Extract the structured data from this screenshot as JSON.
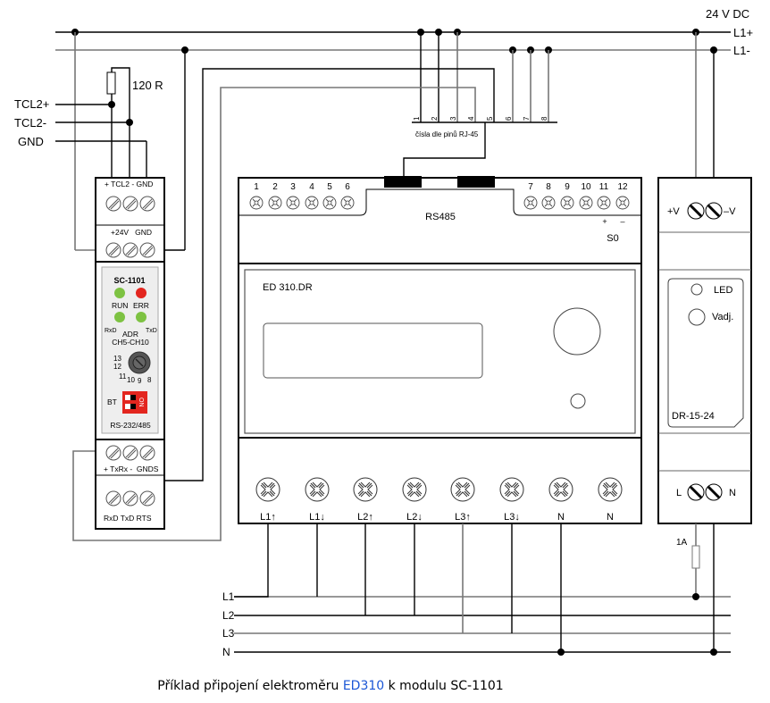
{
  "supply": {
    "label": "24 V DC",
    "rail_plus": "L1+",
    "rail_minus": "L1-"
  },
  "bus": {
    "tcl_plus": "TCL2+",
    "tcl_minus": "TCL2-",
    "gnd": "GND",
    "resistor": "120 R"
  },
  "rj45": {
    "pins": [
      "1",
      "2",
      "3",
      "4",
      "5",
      "6",
      "7",
      "8"
    ],
    "note": "čísla dle pinů RJ-45"
  },
  "sc1101": {
    "top_terminal_label": "+ TCL2 - GND",
    "power_terminal_label": "+24V   GND",
    "model": "SC-1101",
    "led_run": "RUN",
    "led_err": "ERR",
    "led_rxd": "RxD",
    "led_txd": "TxD",
    "adr_label": "ADR",
    "channel_range": "CH5-CH10",
    "dial_ticks": [
      "13",
      "12",
      "11",
      "10",
      "9",
      "8"
    ],
    "bt_label": "BT",
    "switch_label": "ON",
    "interface": "RS-232/485",
    "txrx_terminal_label": "+ TxRx -  GNDS",
    "serial_terminal_label": "RxD TxD RTS",
    "colors": {
      "led_green": "#7dc242",
      "led_red": "#e3261f",
      "dip_red": "#e3261f",
      "panel": "#eeeeee"
    }
  },
  "meter": {
    "model": "ED 310.DR",
    "top_terms_left": [
      "1",
      "2",
      "3",
      "4",
      "5",
      "6"
    ],
    "top_terms_right": [
      "7",
      "8",
      "9",
      "10",
      "11",
      "12"
    ],
    "rs485_label": "RS485",
    "s0_plus": "+",
    "s0_minus": "–",
    "s0_label": "S0",
    "bottom_terms": [
      "L1↑",
      "L1↓",
      "L2↑",
      "L2↓",
      "L3↑",
      "L3↓",
      "N",
      "N"
    ]
  },
  "psu": {
    "plus_v": "+V",
    "minus_v": "–V",
    "led": "LED",
    "vadj": "Vadj.",
    "model": "DR-15-24",
    "l": "L",
    "n": "N",
    "fuse": "1A"
  },
  "mains": {
    "lines": [
      "L1",
      "L2",
      "L3",
      "N"
    ]
  },
  "caption": {
    "before": "Příklad připojení elektroměru ",
    "highlight": "ED310",
    "after": " k modulu SC-1101"
  }
}
